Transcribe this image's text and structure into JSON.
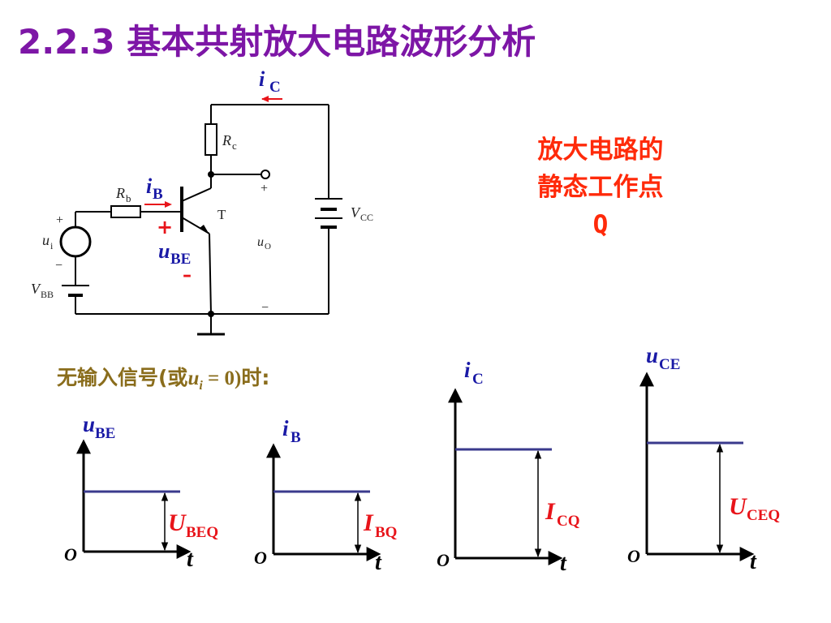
{
  "title": "2.2.3 基本共射放大电路波形分析",
  "note": {
    "line1": "放大电路的",
    "line2": "静态工作点",
    "line3": "Q"
  },
  "condition": {
    "prefix": "无输入信号(或",
    "var": "u",
    "sub": "i",
    "mid": " = 0)",
    "suffix": "时:"
  },
  "circuit": {
    "iC": {
      "main": "i",
      "sub": "C"
    },
    "Rc": {
      "main": "R",
      "sub": "c"
    },
    "Rb": {
      "main": "R",
      "sub": "b"
    },
    "iB": {
      "main": "i",
      "sub": "B"
    },
    "T": "T",
    "out_plus": "+",
    "Vcc": {
      "main": "V",
      "sub": "CC"
    },
    "uo": {
      "main": "u",
      "sub": "O"
    },
    "out_minus": "−",
    "ui_plus": "+",
    "ui": {
      "main": "u",
      "sub": "i"
    },
    "ui_minus": "−",
    "Vbb": {
      "main": "V",
      "sub": "BB"
    },
    "be_plus": "+",
    "uBE": {
      "main": "u",
      "sub": "BE"
    },
    "be_minus": "–"
  },
  "graphs": [
    {
      "y": {
        "main": "u",
        "sub": "BE"
      },
      "level": {
        "main": "U",
        "sub": "BEQ"
      },
      "origin": "O",
      "x": "t"
    },
    {
      "y": {
        "main": "i",
        "sub": "B"
      },
      "level": {
        "main": "I",
        "sub": "BQ"
      },
      "origin": "O",
      "x": "t"
    },
    {
      "y": {
        "main": "i",
        "sub": "C"
      },
      "level": {
        "main": "I",
        "sub": "CQ"
      },
      "origin": "O",
      "x": "t"
    },
    {
      "y": {
        "main": "u",
        "sub": "CE"
      },
      "level": {
        "main": "U",
        "sub": "CEQ"
      },
      "origin": "O",
      "x": "t"
    }
  ],
  "colors": {
    "title": "#7d16a6",
    "note": "#ff2a0a",
    "condition": "#8a6d1c",
    "symbol": "#1a1aa6",
    "quantity": "#e8141a",
    "arrow": "#e8141a",
    "level_line": "#3a3a8c",
    "wire": "#000000"
  }
}
